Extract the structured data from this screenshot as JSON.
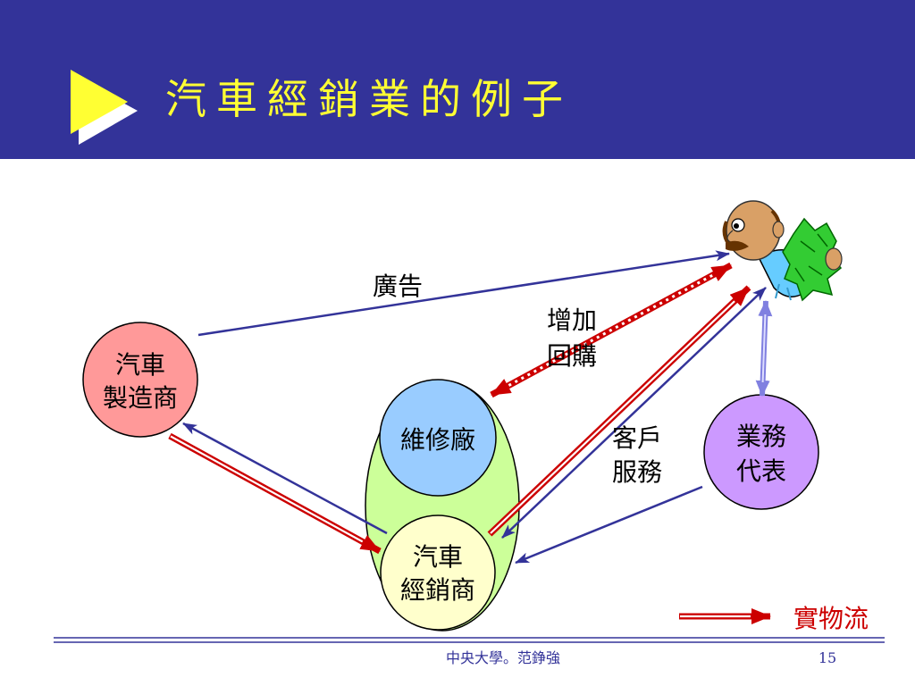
{
  "slide": {
    "title": "汽車經銷業的例子",
    "footer_text": "中央大學。范錚強",
    "page_number": "15"
  },
  "nodes": {
    "manufacturer": {
      "line1": "汽車",
      "line2": "製造商"
    },
    "repair_shop": {
      "line1": "維修廠"
    },
    "dealer": {
      "line1": "汽車",
      "line2": "經銷商"
    },
    "sales_rep": {
      "line1": "業務",
      "line2": "代表"
    }
  },
  "edge_labels": {
    "advertising": "廣告",
    "repurchase": {
      "line1": "增加",
      "line2": "回購"
    },
    "customer_service": {
      "line1": "客戶",
      "line2": "服務"
    }
  },
  "legend": {
    "physical_flow_label": "實物流"
  },
  "icons": {
    "title_bullet": "right-triangle-bullet-icon",
    "customer": "customer-with-money-icon"
  },
  "colors": {
    "header_band": "#333399",
    "title_text": "#FFFF33",
    "manufacturer": "#FF9999",
    "repair_shop": "#99CCFF",
    "dealer": "#FFFFCC",
    "sales_rep": "#CC99FF",
    "dealer_group": "#CCFF99",
    "information_flow": "#333399",
    "physical_flow": "#CC0000",
    "sales_link": "#8080E0"
  }
}
